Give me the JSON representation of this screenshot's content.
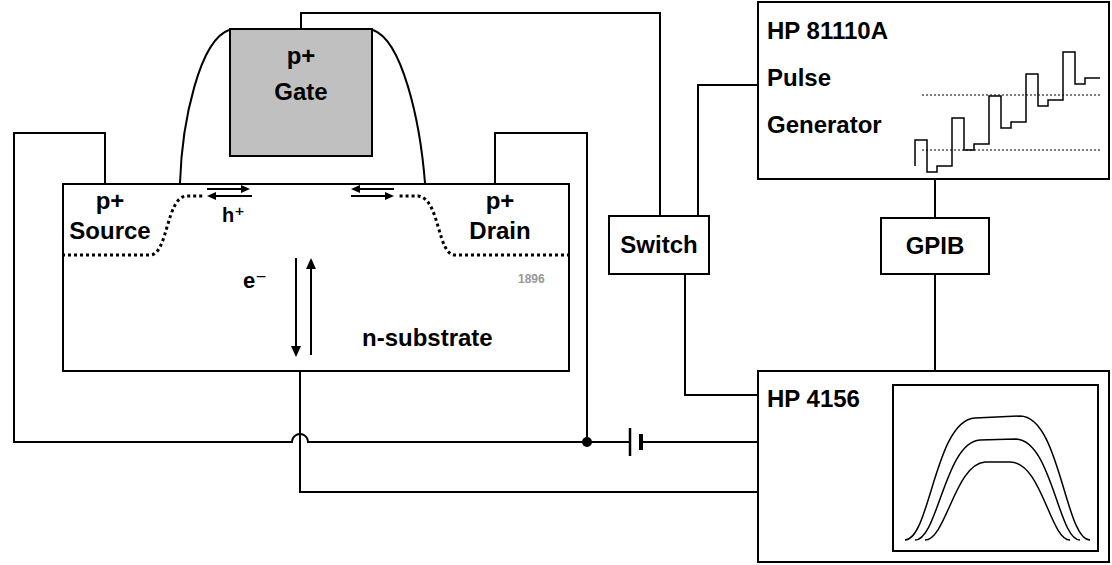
{
  "diagram": {
    "nodes": [
      {
        "text": [
          "p+ Gate"
        ]
      },
      {
        "text": [
          "HP 81110A Pulse Generator"
        ]
      },
      {
        "text": [
          "n-substrate"
        ]
      },
      {
        "text": [
          "p+ Source"
        ],
        "in": 2
      },
      {
        "text": [
          "p+ Drain"
        ],
        "in": 2
      },
      {
        "text": [
          "Switch"
        ]
      },
      {
        "text": [
          "GPIB"
        ]
      },
      {
        "text": [
          "HP 4156"
        ]
      }
    ],
    "edges": [
      {
        "from": 0,
        "to": 5,
        "arrow": "none"
      },
      {
        "from": 1,
        "to": 5,
        "arrow": "none"
      },
      {
        "from": 5,
        "to": 7,
        "arrow": "none"
      },
      {
        "from": 1,
        "to": 6,
        "arrow": "none"
      },
      {
        "from": 6,
        "to": 7,
        "arrow": "none"
      },
      {
        "from": 3,
        "to": 7,
        "arrow": "none"
      },
      {
        "from": 4,
        "to": 7,
        "arrow": "none"
      },
      {
        "from": 2,
        "to": 7,
        "arrow": "none"
      }
    ],
    "labels": [
      "h⁺",
      "e⁻",
      "1896"
    ]
  }
}
